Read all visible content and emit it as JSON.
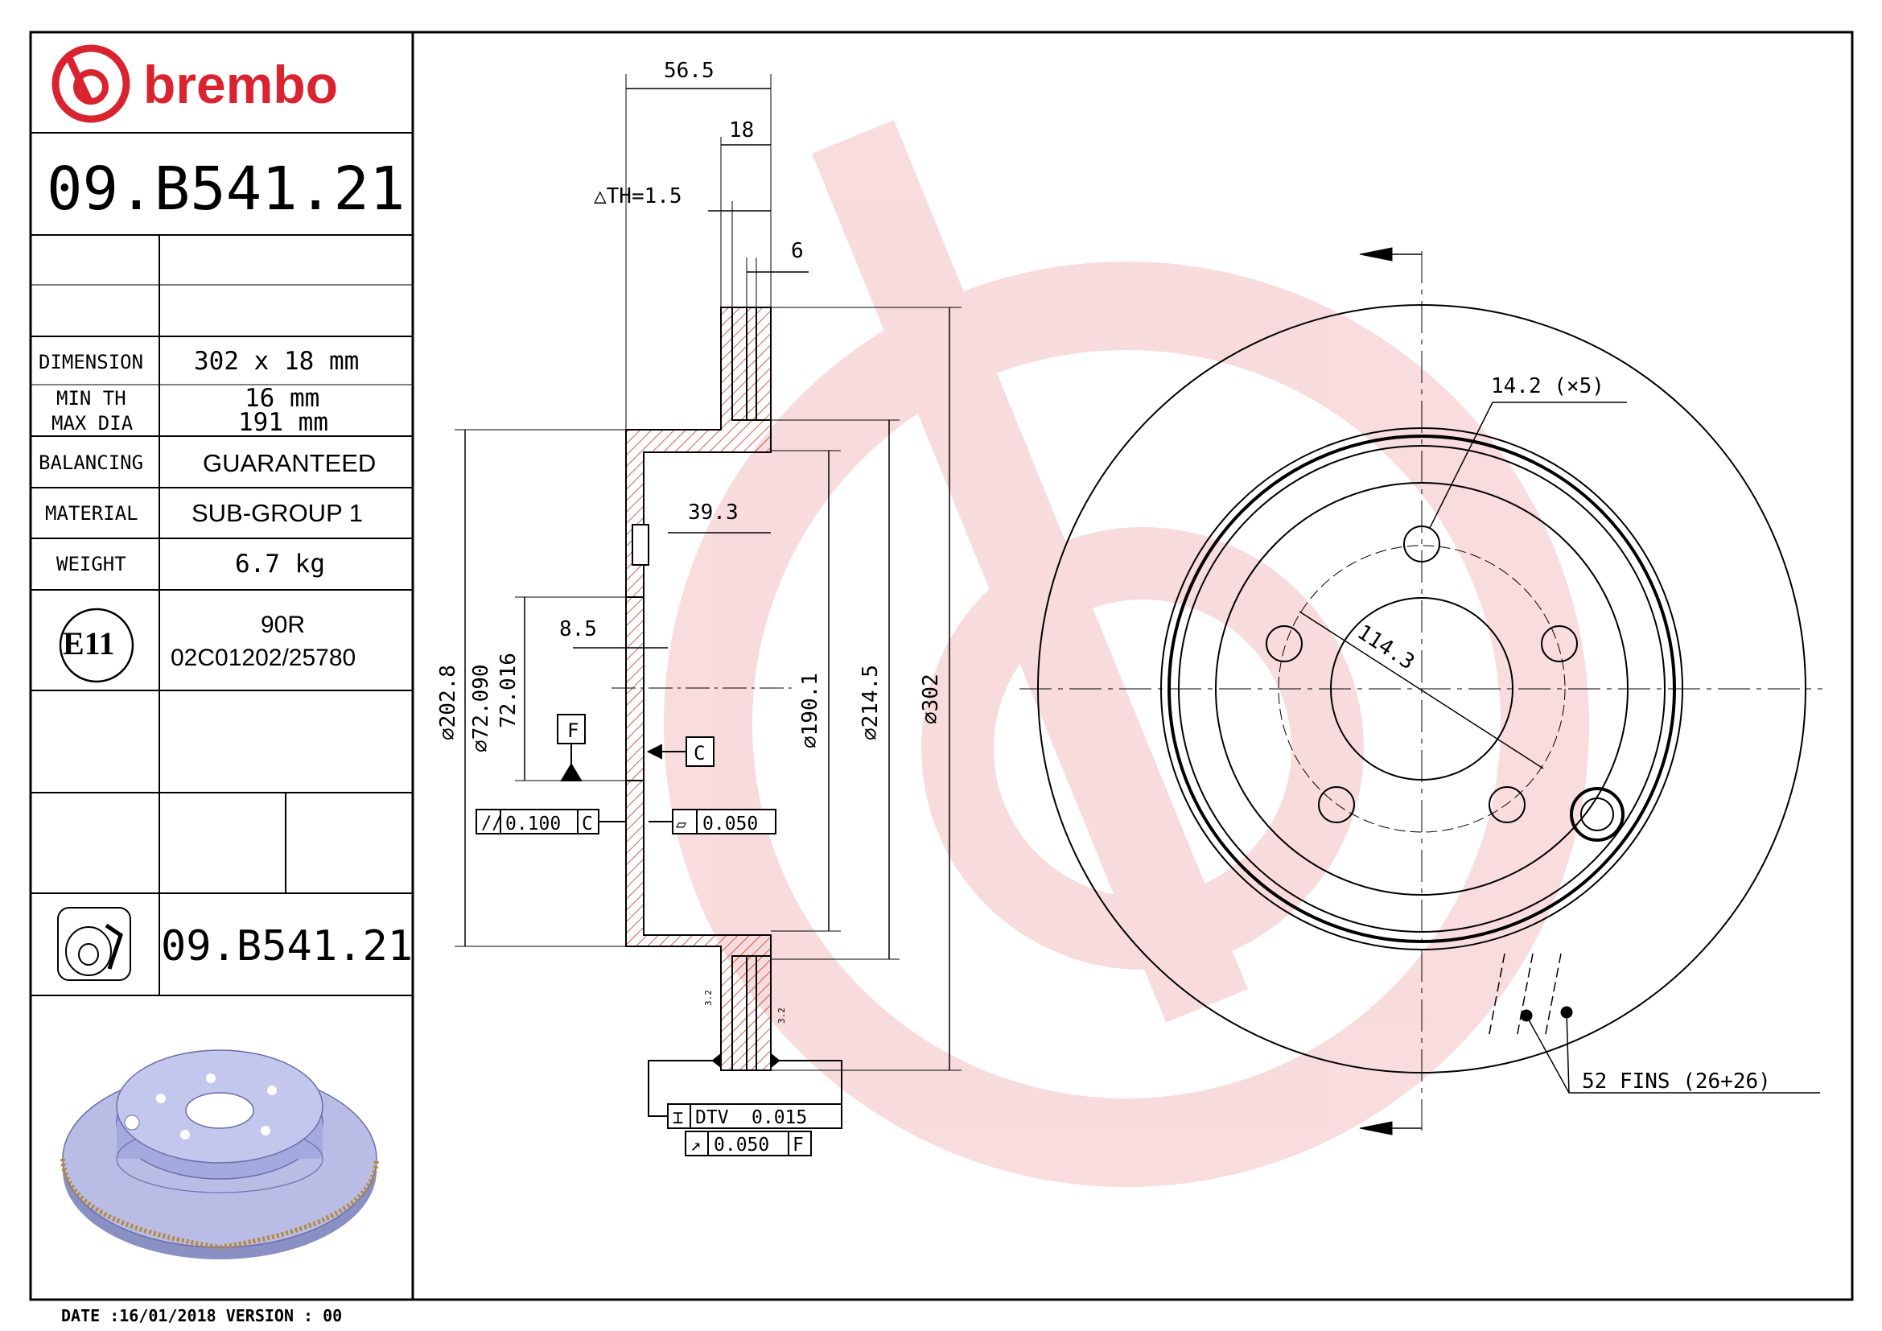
{
  "brand": {
    "name": "brembo",
    "color": "#d9232e"
  },
  "part_number": "09.B541.21",
  "part_number_footer": "09.B541.21",
  "specs": [
    {
      "label": "DIMENSION",
      "value": "302 x 18 mm"
    },
    {
      "label": "MIN TH",
      "value": "16 mm"
    },
    {
      "label": "MAX DIA",
      "value": "191 mm"
    },
    {
      "label": "BALANCING",
      "value": "GUARANTEED"
    },
    {
      "label": "MATERIAL",
      "value": "SUB-GROUP 1"
    },
    {
      "label": "WEIGHT",
      "value": "6.7 kg"
    }
  ],
  "approval": {
    "mark": "E11",
    "code": "90R",
    "number": "02C01202/25780"
  },
  "icons": {
    "logo": "brembo-logo-icon",
    "disc_thumb": "disc-type-icon",
    "approval": "e11-approval-icon"
  },
  "footer": "DATE :16/01/2018 VERSION : 00",
  "dimensions": {
    "d_56_5": "56.5",
    "d_18": "18",
    "d_th": "TH=1.5",
    "d_6": "6",
    "d_39_3": "39.3",
    "d_8_5": "8.5",
    "d_202_8": "202.8",
    "d_72_090": "72.090",
    "d_72_016": "72.016",
    "d_190_1": "190.1",
    "d_214_5": "214.5",
    "d_302": "302",
    "d_14_2": "14.2 (×5)",
    "d_114_3": "114.3",
    "fins": "52 FINS (26+26)",
    "datum_f": "F",
    "datum_c": "C",
    "tol_parallel_val": "0.100",
    "tol_parallel_ref": "C",
    "tol_flat_val": "0.050",
    "tol_dtv_label": "DTV",
    "tol_dtv_val": "0.015",
    "tol_runout_val": "0.050",
    "tol_runout_ref": "F",
    "rough_a": "3.2",
    "rough_b": "3.2"
  },
  "colors": {
    "drawing": "#000000",
    "hatch": "#c0392b",
    "watermark": "#f2b8bb",
    "disc_fill": "#b9bde6"
  }
}
